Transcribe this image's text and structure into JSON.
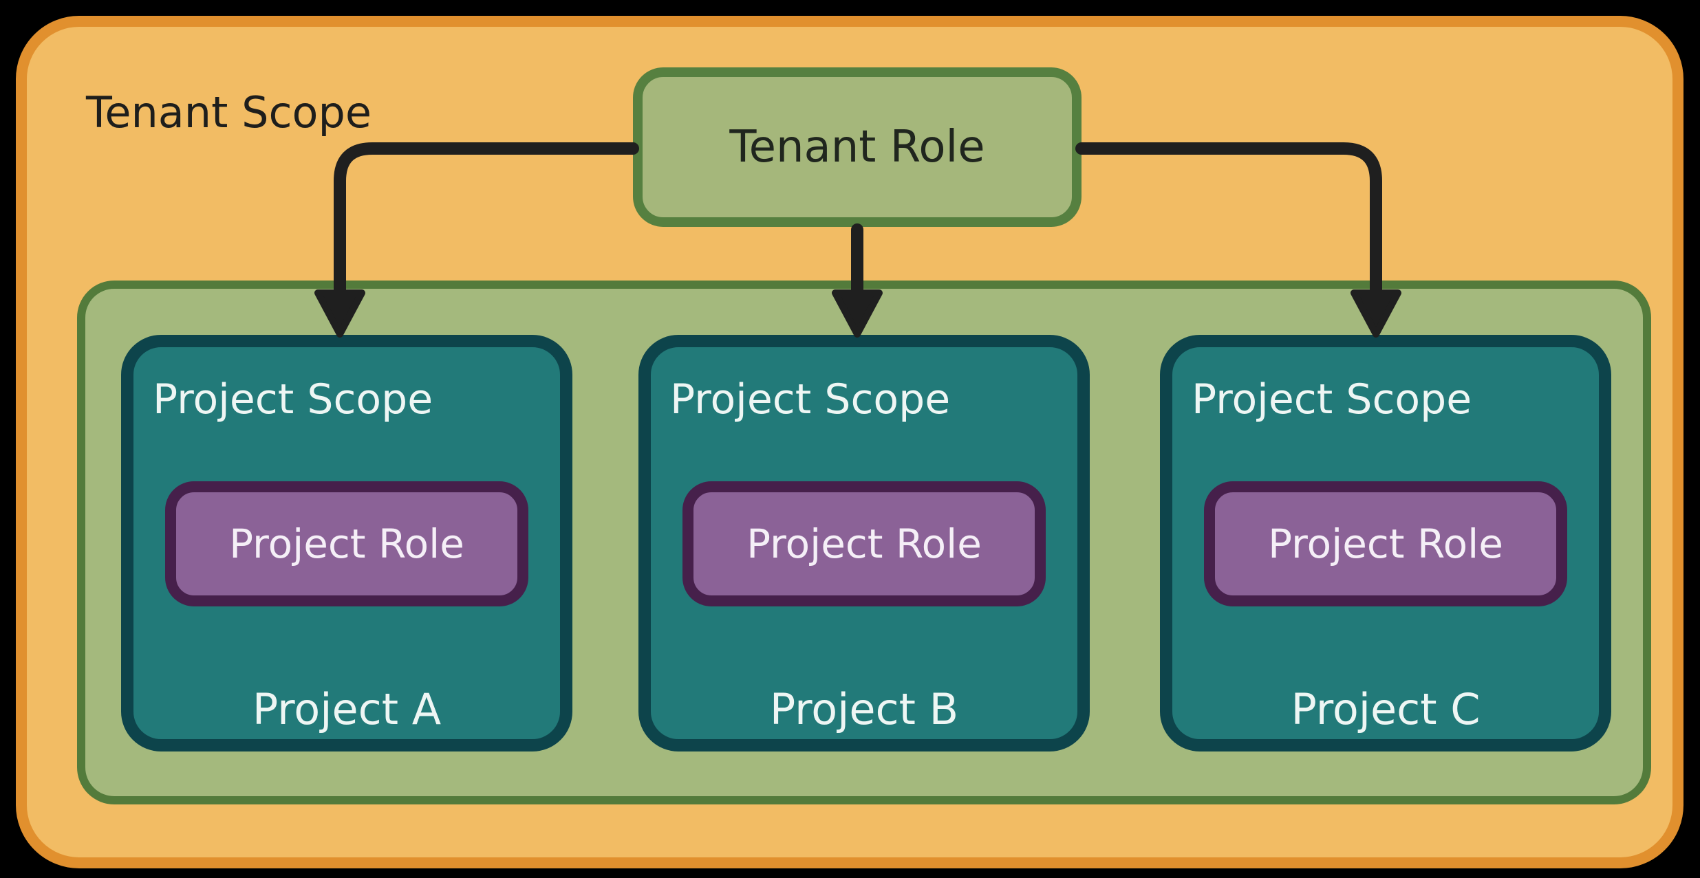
{
  "labels": {
    "tenant_scope": "Tenant Scope",
    "tenant_role": "Tenant Role"
  },
  "projects": [
    {
      "scope_label": "Project Scope",
      "role_label": "Project Role",
      "name": "Project A"
    },
    {
      "scope_label": "Project Scope",
      "role_label": "Project Role",
      "name": "Project B"
    },
    {
      "scope_label": "Project Scope",
      "role_label": "Project Role",
      "name": "Project C"
    }
  ],
  "colors": {
    "page_background": "#000000",
    "tenant_scope_fill": "#F2BC64",
    "tenant_scope_border": "#E1902E",
    "tenant_role_fill": "#A5B77B",
    "tenant_role_border": "#568040",
    "projects_container_fill": "#A4B97D",
    "projects_container_border": "#537B3B",
    "project_scope_fill": "#227A79",
    "project_scope_border": "#0D444B",
    "project_role_fill": "#8B6297",
    "project_role_border": "#46204B",
    "dark_text": "#1E1E1C",
    "light_text": "#EEF6F4",
    "arrow": "#1F1F1F"
  }
}
